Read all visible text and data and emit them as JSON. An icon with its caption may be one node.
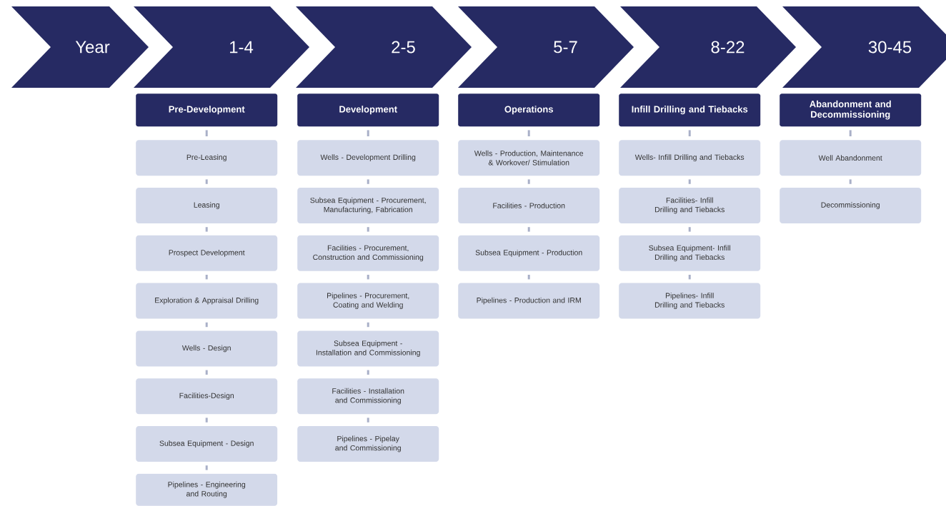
{
  "diagram": {
    "nodes": [
      {
        "text": [
          "Year"
        ]
      },
      {
        "text": [
          "1-4"
        ]
      },
      {
        "text": [
          "2-5"
        ]
      },
      {
        "text": [
          "5-7"
        ]
      },
      {
        "text": [
          "8-22"
        ]
      },
      {
        "text": [
          "30-45"
        ]
      },
      {
        "text": [
          "Pre-Development"
        ]
      },
      {
        "text": [
          "Pre-Leasing"
        ]
      },
      {
        "text": [
          "Leasing"
        ]
      },
      {
        "text": [
          "Prospect Development"
        ]
      },
      {
        "text": [
          "Exploration & Appraisal Drilling"
        ]
      },
      {
        "text": [
          "Wells - Design"
        ]
      },
      {
        "text": [
          "Facilities-Design"
        ]
      },
      {
        "text": [
          "Subsea Equipment - Design"
        ]
      },
      {
        "text": [
          "Pipelines - Engineering and Routing"
        ]
      },
      {
        "text": [
          "Development"
        ]
      },
      {
        "text": [
          "Wells - Development Drilling"
        ]
      },
      {
        "text": [
          "Subsea Equipment - Procurement, Manufacturing, Fabrication"
        ]
      },
      {
        "text": [
          "Facilities - Procurement, Construction and Commissioning"
        ]
      },
      {
        "text": [
          "Pipelines - Procurement, Coating and Welding"
        ]
      },
      {
        "text": [
          "Subsea Equipment - Installation and Commissioning"
        ]
      },
      {
        "text": [
          "Facilities - Installation and Commissioning"
        ]
      },
      {
        "text": [
          "Pipelines - Pipelay and Commissioning"
        ]
      },
      {
        "text": [
          "Operations"
        ]
      },
      {
        "text": [
          "Wells - Production, Maintenance & Workover/ Stimulation"
        ]
      },
      {
        "text": [
          "Facilities - Production"
        ]
      },
      {
        "text": [
          "Subsea Equipment - Production"
        ]
      },
      {
        "text": [
          "Pipelines - Production and IRM"
        ]
      },
      {
        "text": [
          "Infill Drilling and Tiebacks"
        ]
      },
      {
        "text": [
          "Wells- Infill Drilling and Tiebacks"
        ]
      },
      {
        "text": [
          "Facilities- Infill Drilling and Tiebacks"
        ]
      },
      {
        "text": [
          "Subsea Equipment- Infill Drilling and Tiebacks"
        ]
      },
      {
        "text": [
          "Pipelines- Infill Drilling and Tiebacks"
        ]
      },
      {
        "text": [
          "Abandonment and Decommissioning"
        ]
      },
      {
        "text": [
          "Well Abandonment"
        ]
      },
      {
        "text": [
          "Decommissioning"
        ]
      }
    ],
    "edges": [
      {
        "from": 6,
        "to": 7,
        "arrow": "none"
      },
      {
        "from": 7,
        "to": 8,
        "arrow": "none"
      },
      {
        "from": 8,
        "to": 9,
        "arrow": "none"
      },
      {
        "from": 9,
        "to": 10,
        "arrow": "none"
      },
      {
        "from": 10,
        "to": 11,
        "arrow": "none"
      },
      {
        "from": 11,
        "to": 12,
        "arrow": "none"
      },
      {
        "from": 12,
        "to": 13,
        "arrow": "none"
      },
      {
        "from": 13,
        "to": 14,
        "arrow": "none"
      },
      {
        "from": 15,
        "to": 16,
        "arrow": "none"
      },
      {
        "from": 16,
        "to": 17,
        "arrow": "none"
      },
      {
        "from": 17,
        "to": 18,
        "arrow": "none"
      },
      {
        "from": 18,
        "to": 19,
        "arrow": "none"
      },
      {
        "from": 19,
        "to": 20,
        "arrow": "none"
      },
      {
        "from": 20,
        "to": 21,
        "arrow": "none"
      },
      {
        "from": 21,
        "to": 22,
        "arrow": "none"
      },
      {
        "from": 23,
        "to": 24,
        "arrow": "none"
      },
      {
        "from": 24,
        "to": 25,
        "arrow": "none"
      },
      {
        "from": 25,
        "to": 26,
        "arrow": "none"
      },
      {
        "from": 26,
        "to": 27,
        "arrow": "none"
      },
      {
        "from": 28,
        "to": 29,
        "arrow": "none"
      },
      {
        "from": 29,
        "to": 30,
        "arrow": "none"
      },
      {
        "from": 30,
        "to": 31,
        "arrow": "none"
      },
      {
        "from": 31,
        "to": 32,
        "arrow": "none"
      },
      {
        "from": 33,
        "to": 34,
        "arrow": "none"
      },
      {
        "from": 34,
        "to": 35,
        "arrow": "none"
      }
    ]
  }
}
